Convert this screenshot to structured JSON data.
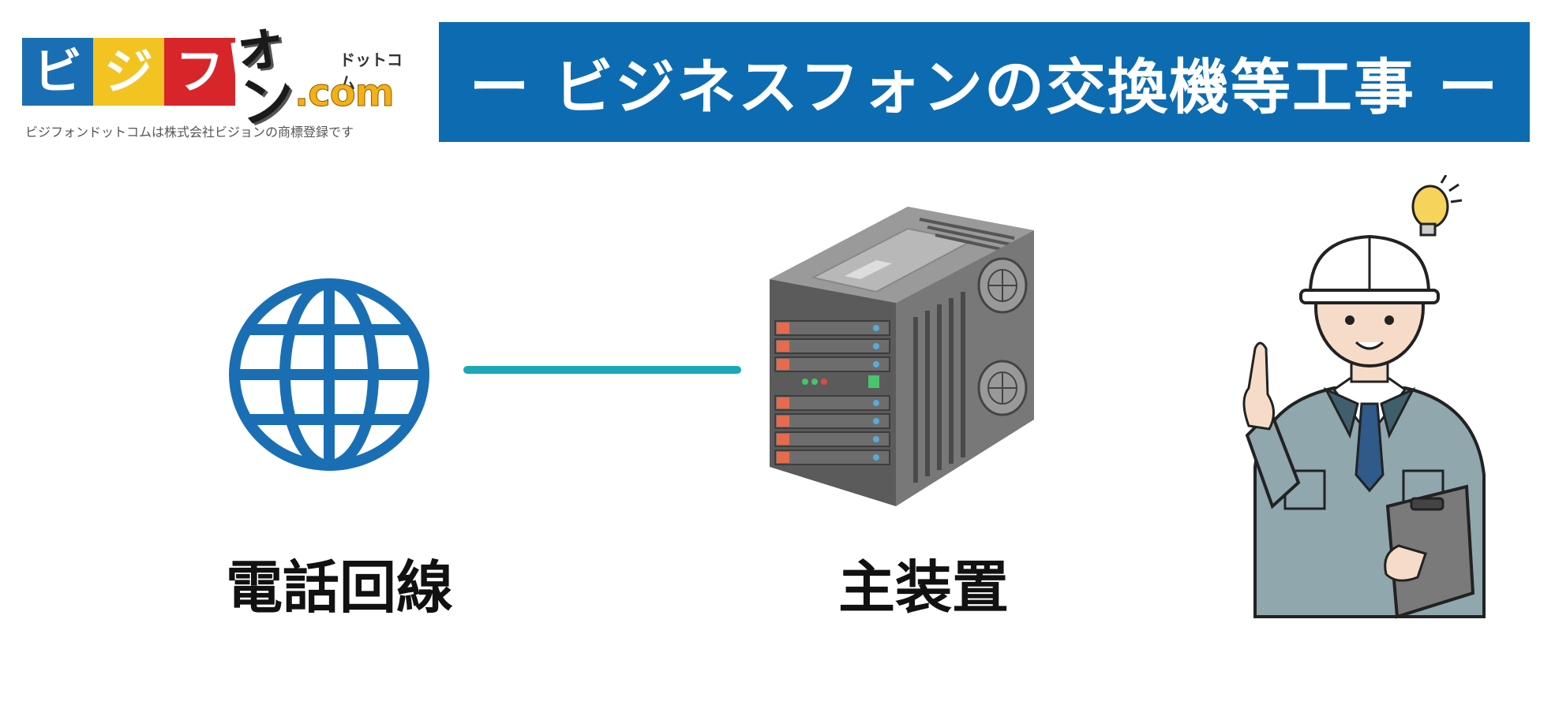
{
  "logo": {
    "tiles": [
      "ビ",
      "ジ",
      "フ",
      "ォン"
    ],
    "domain": ".com",
    "domain_kana": "ドットコム",
    "trademark_note": "ビジフォンドットコムは株式会社ビジョンの商標登録です"
  },
  "banner": {
    "title": "ー ビジネスフォンの交換機等工事 ー"
  },
  "diagram": {
    "phone_line_label": "電話回線",
    "main_unit_label": "主装置"
  },
  "colors": {
    "banner_bg": "#0d6cb1",
    "globe": "#1a6fb4",
    "connector": "#1ba7b7",
    "worker_uniform": "#8fa7ad"
  },
  "icons": {
    "globe": "globe-icon",
    "server": "server-icon",
    "worker": "worker-illustration",
    "bulb": "lightbulb-icon"
  }
}
